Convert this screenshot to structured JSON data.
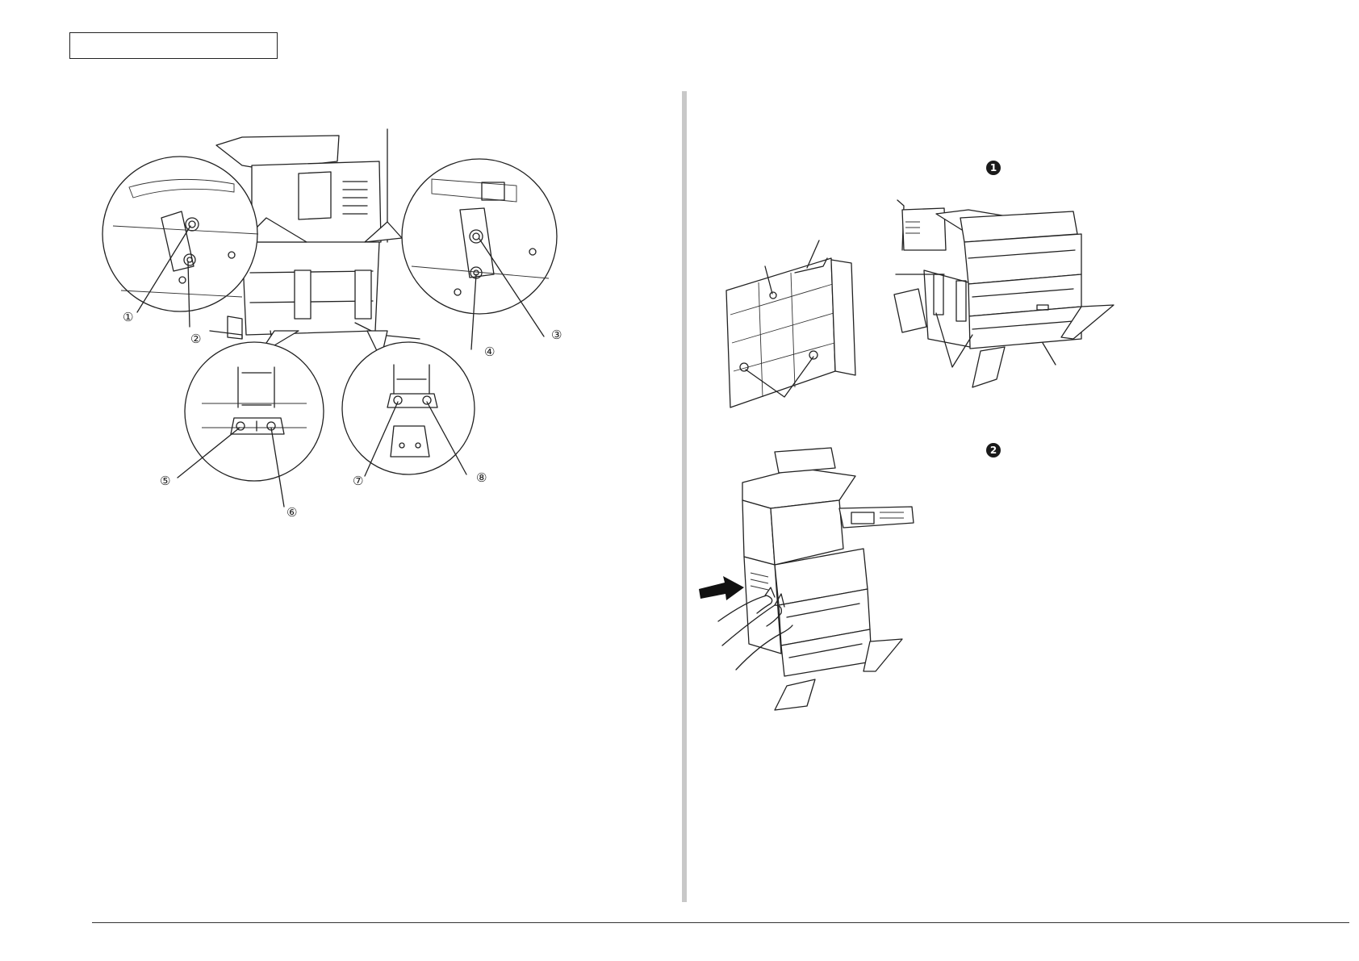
{
  "left_figure": {
    "callouts": [
      {
        "id": "1",
        "label": "①"
      },
      {
        "id": "2",
        "label": "②"
      },
      {
        "id": "3",
        "label": "③"
      },
      {
        "id": "4",
        "label": "④"
      },
      {
        "id": "5",
        "label": "⑤"
      },
      {
        "id": "6",
        "label": "⑥"
      },
      {
        "id": "7",
        "label": "⑦"
      },
      {
        "id": "8",
        "label": "⑧"
      }
    ]
  },
  "right_figure": {
    "steps": [
      {
        "label": "1"
      },
      {
        "label": "2"
      }
    ]
  },
  "icons": {
    "step_badge": "filled-circle-number",
    "push_arrow": "black-arrow-right"
  },
  "colors": {
    "line": "#222222",
    "divider": "#c8c8c8",
    "badge": "#1a1a1a"
  }
}
